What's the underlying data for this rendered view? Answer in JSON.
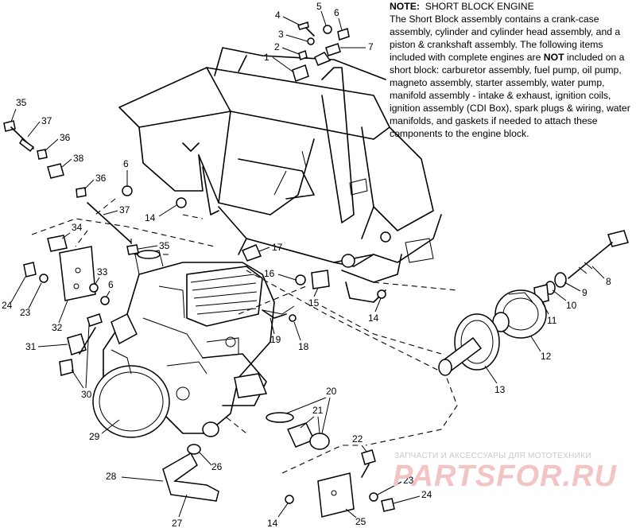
{
  "note": {
    "heading": "NOTE:",
    "title": "SHORT BLOCK ENGINE",
    "line1": "The Short Block assembly contains a crank-case assembly, cylinder and cylinder head assembly, and a piston & crankshaft assembly.  The following items included with complete engines are",
    "not_word": "NOT",
    "line2": "included on a short block:  carburetor assembly, fuel pump, oil pump, magneto assembly, starter assembly, water pump, manifold assembly - intake & exhaust, ignition coils, ignition assembly (CDI Box), spark plugs & wiring, water manifolds, and gaskets if needed to attach these components to the engine block."
  },
  "watermark": {
    "tagline": "ЗАПЧАСТИ И АКСЕССУАРЫ ДЛЯ МОТОТЕХНИКИ",
    "logo": "PARTSFOR.RU"
  },
  "callouts": {
    "c1": "1",
    "c2": "2",
    "c3": "3",
    "c4": "4",
    "c5": "5",
    "c6a": "6",
    "c7": "7",
    "c8": "8",
    "c9": "9",
    "c10": "10",
    "c11": "11",
    "c12": "12",
    "c13": "13",
    "c14a": "14",
    "c14b": "14",
    "c14c": "14",
    "c15": "15",
    "c16": "16",
    "c17": "17",
    "c18": "18",
    "c19": "19",
    "c20": "20",
    "c21": "21",
    "c22": "22",
    "c23a": "23",
    "c23b": "23",
    "c24a": "24",
    "c24b": "24",
    "c25": "25",
    "c26": "26",
    "c27": "27",
    "c28": "28",
    "c29": "29",
    "c30": "30",
    "c31": "31",
    "c32": "32",
    "c33": "33",
    "c34": "34",
    "c35a": "35",
    "c35b": "35",
    "c36a": "36",
    "c36b": "36",
    "c37a": "37",
    "c37b": "37",
    "c38": "38",
    "c6b": "6",
    "c6c": "6"
  }
}
